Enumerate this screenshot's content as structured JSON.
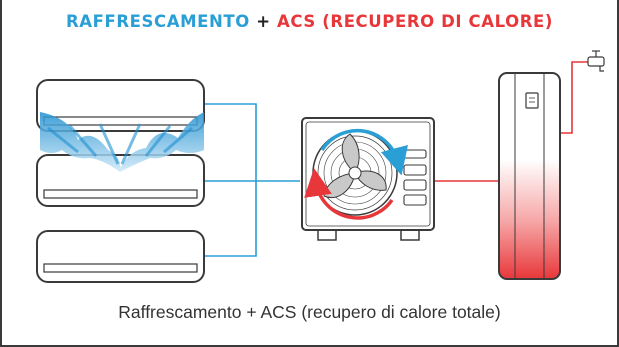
{
  "title": {
    "part1": "RAFFRESCAMENTO",
    "plus": " + ",
    "part2": "ACS (RECUPERO DI CALORE)"
  },
  "caption": "Raffrescamento + ACS (recupero di calore totale)",
  "colors": {
    "cooling_blue": "#2a9fd6",
    "heat_red": "#e8373a",
    "outline": "#3a3a3a"
  },
  "icons": [
    "indoor-unit-icon",
    "cold-airflow-icon",
    "outdoor-unit-icon",
    "fan-icon",
    "heat-pump-water-heater-icon",
    "water-tap-icon"
  ]
}
